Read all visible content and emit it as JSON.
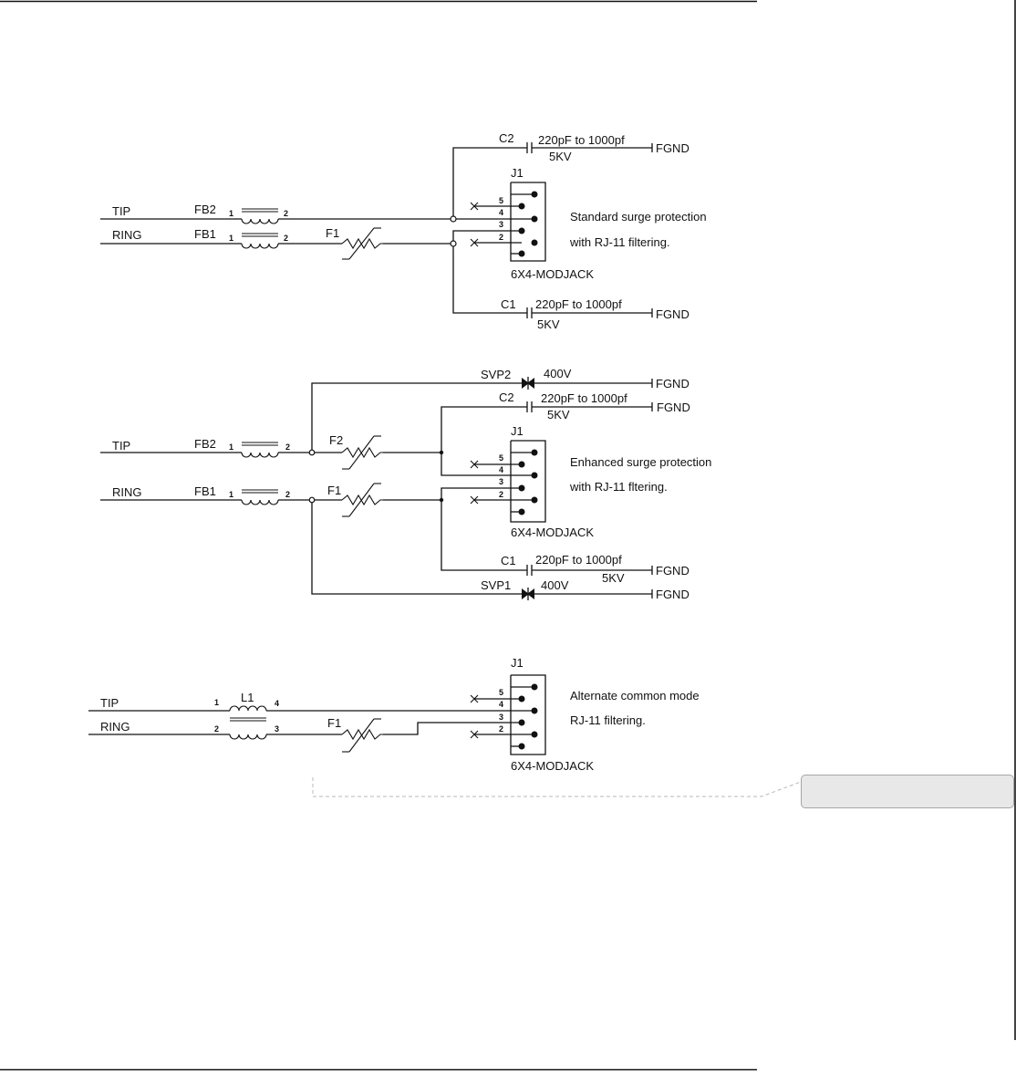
{
  "labels": {
    "tip": "TIP",
    "ring": "RING",
    "fb2": "FB2",
    "fb1": "FB1",
    "f1": "F1",
    "f2": "F2",
    "l1": "L1",
    "j1": "J1",
    "c1": "C1",
    "c2": "C2",
    "svp1": "SVP1",
    "svp2": "SVP2",
    "fgnd": "FGND",
    "cap_value": "220pF to 1000pf",
    "cap_voltage": "5KV",
    "svp_voltage": "400V",
    "jack": "6X4-MODJACK"
  },
  "pins": {
    "p1": "1",
    "p2": "2",
    "p3": "3",
    "p4": "4",
    "p5": "5"
  },
  "notes": {
    "standard_line1": "Standard surge protection",
    "standard_line2": "with RJ-11 filtering.",
    "enhanced_line1": "Enhanced surge protection",
    "enhanced_line2": "with RJ-11 fltering.",
    "alternate_line1": "Alternate common mode",
    "alternate_line2": "RJ-11 filtering."
  },
  "comment": {
    "text": ""
  },
  "colors": {
    "ink": "#111111",
    "comment_bg": "#e8e8e8",
    "comment_border": "#a6a6a6"
  }
}
